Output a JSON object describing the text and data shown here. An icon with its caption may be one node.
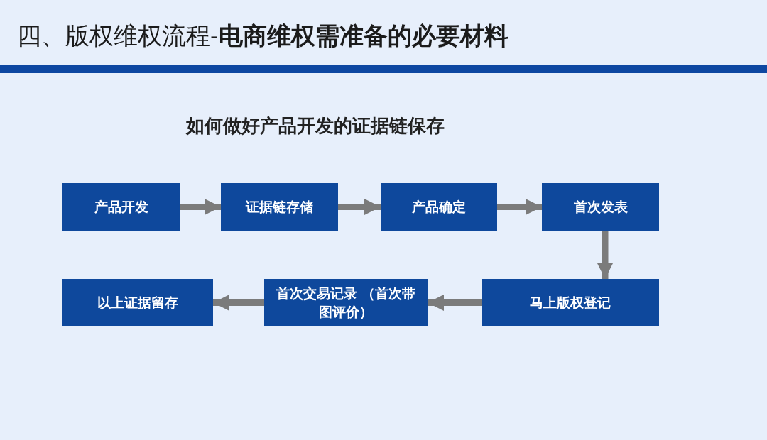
{
  "diagram": {
    "title": "四、版权维权流程-**电商维权需准备的必要材料**",
    "nodes": [
      {
        "text": [
          "产品开发"
        ]
      },
      {
        "text": [
          "证据链存储"
        ]
      },
      {
        "text": [
          "产品确定"
        ]
      },
      {
        "text": [
          "首次发表"
        ]
      },
      {
        "text": [
          "马上版权登记"
        ]
      },
      {
        "text": [
          "首次交易记录 （首次带图评价）"
        ]
      },
      {
        "text": [
          "以上证据留存"
        ]
      }
    ],
    "edges": [
      {
        "from": 0,
        "to": 1,
        "arrow": "to"
      },
      {
        "from": 1,
        "to": 2,
        "arrow": "to"
      },
      {
        "from": 2,
        "to": 3,
        "arrow": "to"
      },
      {
        "from": 3,
        "to": 4,
        "arrow": "to"
      },
      {
        "from": 4,
        "to": 5,
        "arrow": "to"
      },
      {
        "from": 5,
        "to": 6,
        "arrow": "to"
      }
    ],
    "labels": [
      "如何做好产品开发的证据链保存"
    ]
  }
}
